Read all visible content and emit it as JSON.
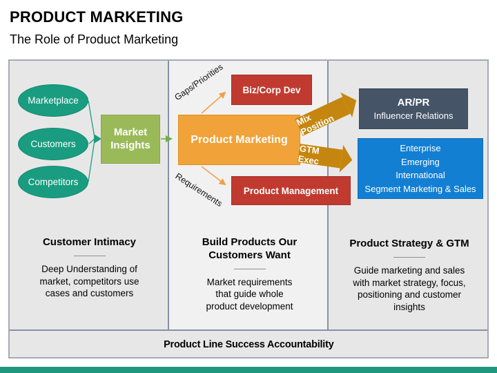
{
  "slide": {
    "title": "PRODUCT MARKETING",
    "subtitle": "The Role of Product Marketing",
    "footer_bar": "Product Line Success Accountability"
  },
  "left": {
    "sources": [
      "Marketplace",
      "Customers",
      "Competitors"
    ],
    "insights_box": "Market Insights",
    "heading": "Customer Intimacy",
    "description": "Deep Understanding of market, competitors use cases and customers"
  },
  "middle": {
    "main_box": "Product Marketing",
    "top_box": "Biz/Corp Dev",
    "bottom_box": "Product Management",
    "arrow_label_top": "Gaps/Priorities",
    "arrow_label_bottom": "Requirements",
    "heading": "Build Products Our Customers Want",
    "description": "Market requirements that guide whole product development"
  },
  "right": {
    "banner_top": "Mix Position",
    "banner_bottom": "GTM Exec",
    "arpr_title": "AR/PR",
    "arpr_subtitle": "Influencer Relations",
    "segments": [
      "Enterprise",
      "Emerging",
      "International",
      "Segment Marketing & Sales"
    ],
    "heading": "Product Strategy & GTM",
    "description": "Guide marketing and sales with market strategy, focus, positioning and customer insights"
  },
  "colors": {
    "teal": "#1a9c80",
    "green_box": "#9aba59",
    "orange_box": "#f1a238",
    "red_box": "#c13a30",
    "slate_box": "#465468",
    "blue_box": "#127fd3",
    "banner_orange": "#c5860f",
    "footer_teal": "#1f977f",
    "column_gray": "#e8e7e7"
  }
}
